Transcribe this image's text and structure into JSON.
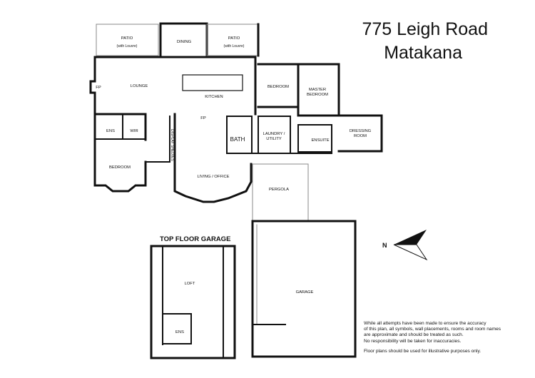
{
  "title": {
    "line1": "775 Leigh Road",
    "line2": "Matakana"
  },
  "compass": {
    "label": "N"
  },
  "rooms": {
    "patio_left": "PATIO",
    "patio_left_sub": "(with Louvre)",
    "dining": "DINING",
    "patio_right": "PATIO",
    "patio_right_sub": "(with Louvre)",
    "fp_left": "FP",
    "lounge": "LOUNGE",
    "kitchen": "KITCHEN",
    "bedroom_mid": "BEDROOM",
    "master_bedroom_1": "MASTER",
    "master_bedroom_2": "BEDROOM",
    "fp_center": "FP",
    "ens_left": "ENS",
    "wir": "WIR",
    "display_shelves": "DISPLAY SHELVES",
    "bath": "BATH",
    "laundry_1": "LAUNDRY /",
    "laundry_2": "UTILITY",
    "ensuite": "ENSUITE",
    "dressing_1": "DRESSING",
    "dressing_2": "ROOM",
    "bedroom_left": "BEDROOM",
    "living_office": "LIVING / OFFICE",
    "pergola": "PERGOLA",
    "top_floor_garage": "TOP FLOOR GARAGE",
    "loft": "LOFT",
    "ens_loft": "ENS",
    "garage": "GARAGE"
  },
  "disclaimer": {
    "line1": "While all attempts have been made to ensure the accuracy",
    "line2": "of this plan, all symbols, wall placements, rooms and room names",
    "line3": "are approximate and should be treated as such.",
    "line4": "No responsibility will be taken for inaccuracies.",
    "line5": "Floor plans should be used for illustrative purposes only."
  }
}
